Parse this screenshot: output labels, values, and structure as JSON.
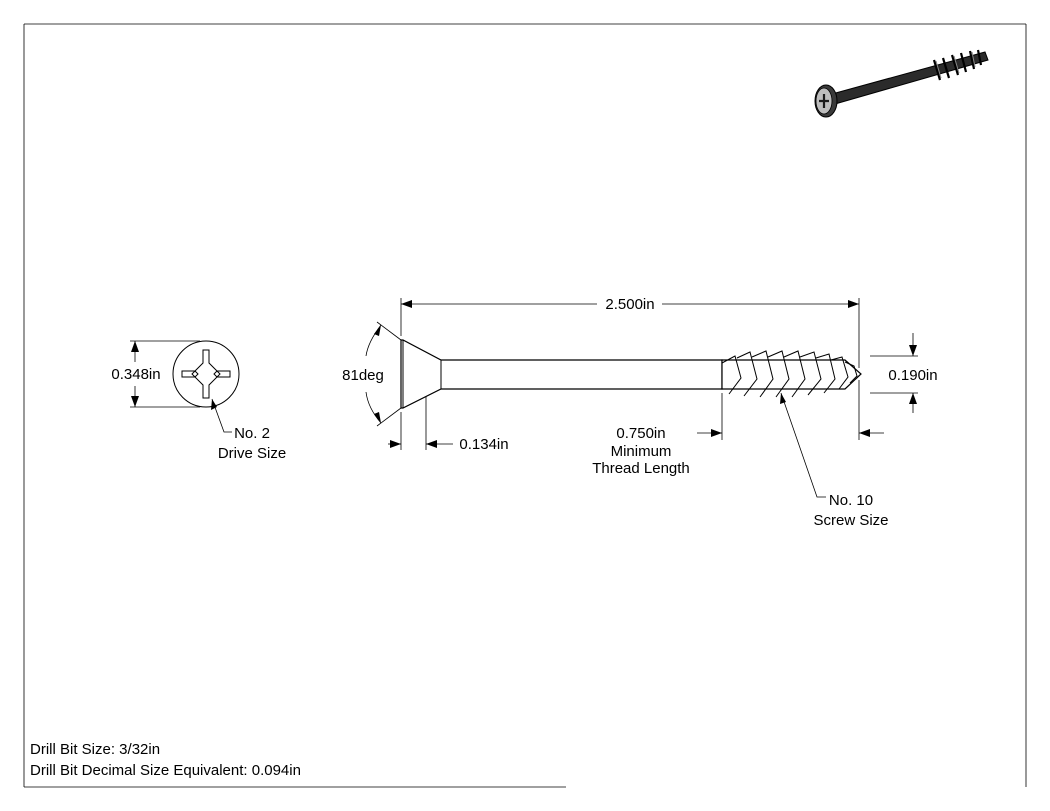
{
  "drawing": {
    "overall_length": "2.500in",
    "head_diameter": "0.348in",
    "head_angle": "81deg",
    "head_height": "0.134in",
    "major_diameter": "0.190in",
    "thread_length": {
      "value": "0.750in",
      "line1": "Minimum",
      "line2": "Thread Length"
    },
    "drive_size": {
      "line1": "No. 2",
      "line2": "Drive Size"
    },
    "screw_size": {
      "line1": "No. 10",
      "line2": "Screw Size"
    }
  },
  "notes": {
    "drill_bit_size": "Drill Bit Size: 3/32in",
    "drill_bit_decimal": "Drill Bit Decimal Size Equivalent: 0.094in"
  },
  "colors": {
    "line": "#000000",
    "background": "#ffffff",
    "shade": "#2b2b2b"
  }
}
